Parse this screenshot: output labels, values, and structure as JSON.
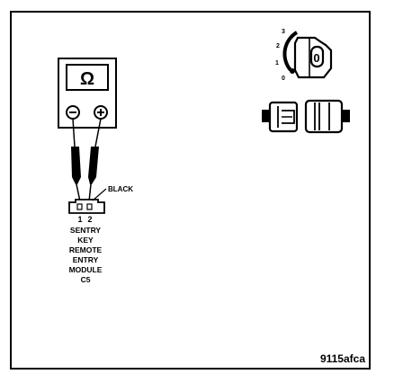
{
  "meter": {
    "symbol": "Ω"
  },
  "labels": {
    "wire_color": "BLACK",
    "pin_1": "1",
    "pin_2": "2",
    "module_lines": [
      "SENTRY",
      "KEY",
      "REMOTE",
      "ENTRY",
      "MODULE",
      "C5"
    ]
  },
  "ignition": {
    "positions": [
      "3",
      "2",
      "1",
      "0"
    ],
    "key_mark": "0"
  },
  "figure_code": "9115afca",
  "colors": {
    "ink": "#000000",
    "paper": "#ffffff"
  }
}
